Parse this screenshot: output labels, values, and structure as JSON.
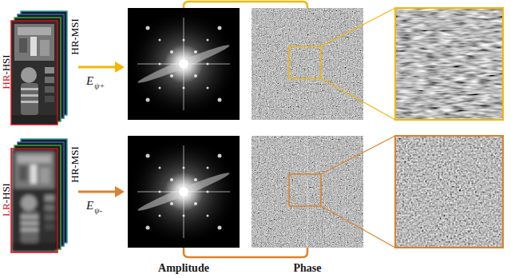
{
  "diagram": {
    "labels": [
      "HR",
      "-HSI",
      "HR-MSI",
      "LR",
      "-HSI",
      "HR-MSI",
      "E",
      "ψ+",
      "E",
      "ψ-",
      "Amplitude",
      "Phase"
    ]
  }
}
